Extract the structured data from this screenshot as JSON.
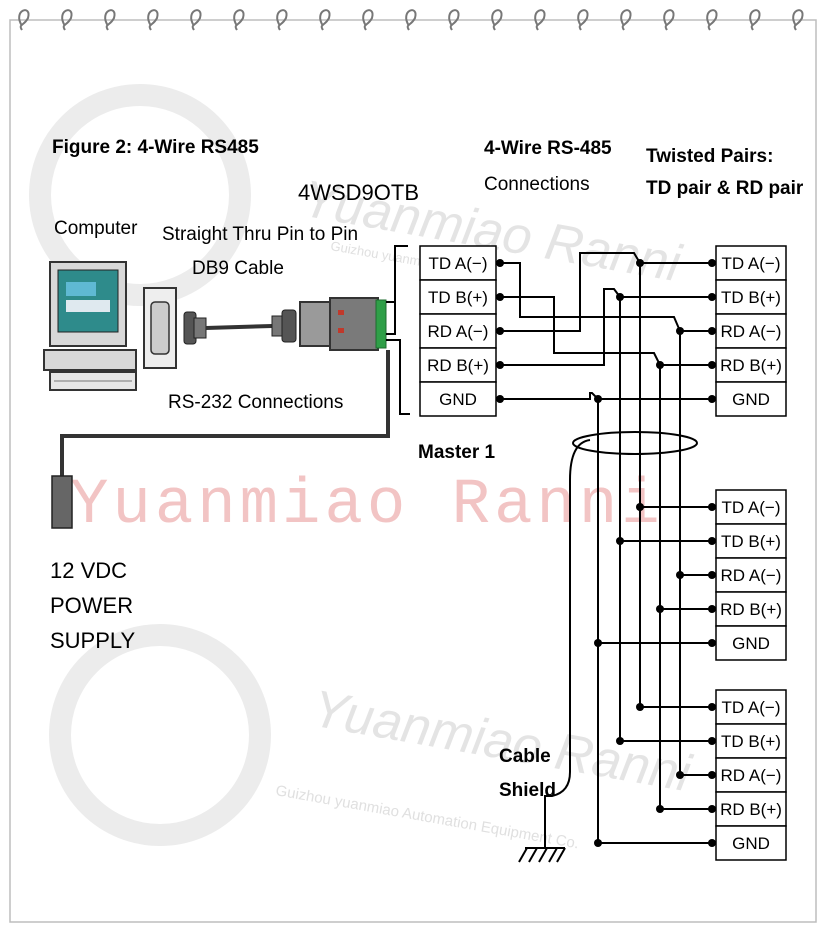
{
  "figure_title": "Figure 2:  4-Wire RS485",
  "device_name": "4WSD9OTB",
  "computer_label": "Computer",
  "cable_label_line1": "Straight Thru Pin to Pin",
  "cable_label_line2": "DB9 Cable",
  "rs232_label": "RS-232 Connections",
  "rs485_label_line1": "4-Wire RS-485",
  "rs485_label_line2": "Connections",
  "twisted_label_line1": "Twisted Pairs:",
  "twisted_label_line2": "TD pair & RD pair",
  "master_label": "Master 1",
  "power_line1": "12 VDC",
  "power_line2": "POWER",
  "power_line3": "SUPPLY",
  "cable_shield_line1": "Cable",
  "cable_shield_line2": "Shield",
  "terminals": [
    "TD A(−)",
    "TD B(+)",
    "RD A(−)",
    "RD B(+)",
    "GND"
  ],
  "watermark_main": "Yuanmiao Ranni",
  "watermark_script": "Yuanmiao Ranni",
  "watermark_small1": "Guizhou yuanmiao",
  "watermark_small2": "Guizhou yuanmiao  Automation Equipment Co.",
  "colors": {
    "watermark_red": "#f2c4c4",
    "watermark_gray": "#e4e4e4",
    "screen_teal": "#2e8b8b",
    "connector_green": "#2f9f48",
    "adapter_red": "#c0392b"
  }
}
